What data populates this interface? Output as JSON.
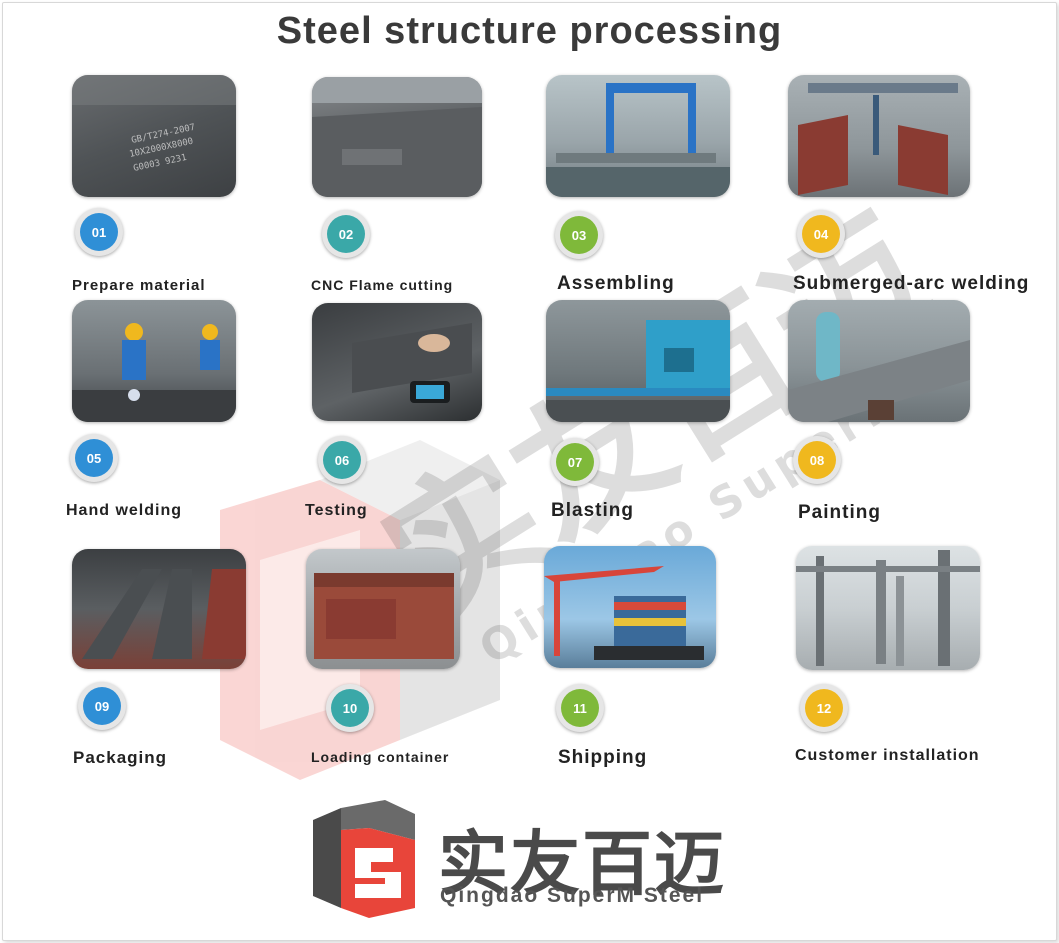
{
  "title": "Steel structure processing",
  "steps": [
    {
      "num": "01",
      "label": "Prepare material",
      "color": "#2f8fd6",
      "icon": "steel-plate-photo"
    },
    {
      "num": "02",
      "label": "CNC Flame cutting",
      "color": "#3aa8a8",
      "icon": "steel-plate-cutting-photo"
    },
    {
      "num": "03",
      "label": "Assembling",
      "color": "#7fb93a",
      "icon": "gantry-assembly-photo"
    },
    {
      "num": "04",
      "label": "Submerged-arc welding",
      "color": "#f0b81e",
      "icon": "welding-line-photo"
    },
    {
      "num": "05",
      "label": "Hand welding",
      "color": "#2f8fd6",
      "icon": "hand-welding-photo"
    },
    {
      "num": "06",
      "label": "Testing",
      "color": "#3aa8a8",
      "icon": "testing-photo"
    },
    {
      "num": "07",
      "label": "Blasting",
      "color": "#7fb93a",
      "icon": "blasting-machine-photo"
    },
    {
      "num": "08",
      "label": "Painting",
      "color": "#f0b81e",
      "icon": "painting-photo"
    },
    {
      "num": "09",
      "label": "Packaging",
      "color": "#2f8fd6",
      "icon": "packaged-beams-photo"
    },
    {
      "num": "10",
      "label": "Loading container",
      "color": "#3aa8a8",
      "icon": "loading-container-photo"
    },
    {
      "num": "11",
      "label": "Shipping",
      "color": "#7fb93a",
      "icon": "container-ship-photo"
    },
    {
      "num": "12",
      "label": "Customer installation",
      "color": "#f0b81e",
      "icon": "steel-frame-installation-photo"
    }
  ],
  "brand": {
    "name_cn": "实友百迈",
    "name_en": "Qingdao SuperM Steel",
    "colors": {
      "red": "#e8453a",
      "gray": "#4a4a4a"
    }
  }
}
